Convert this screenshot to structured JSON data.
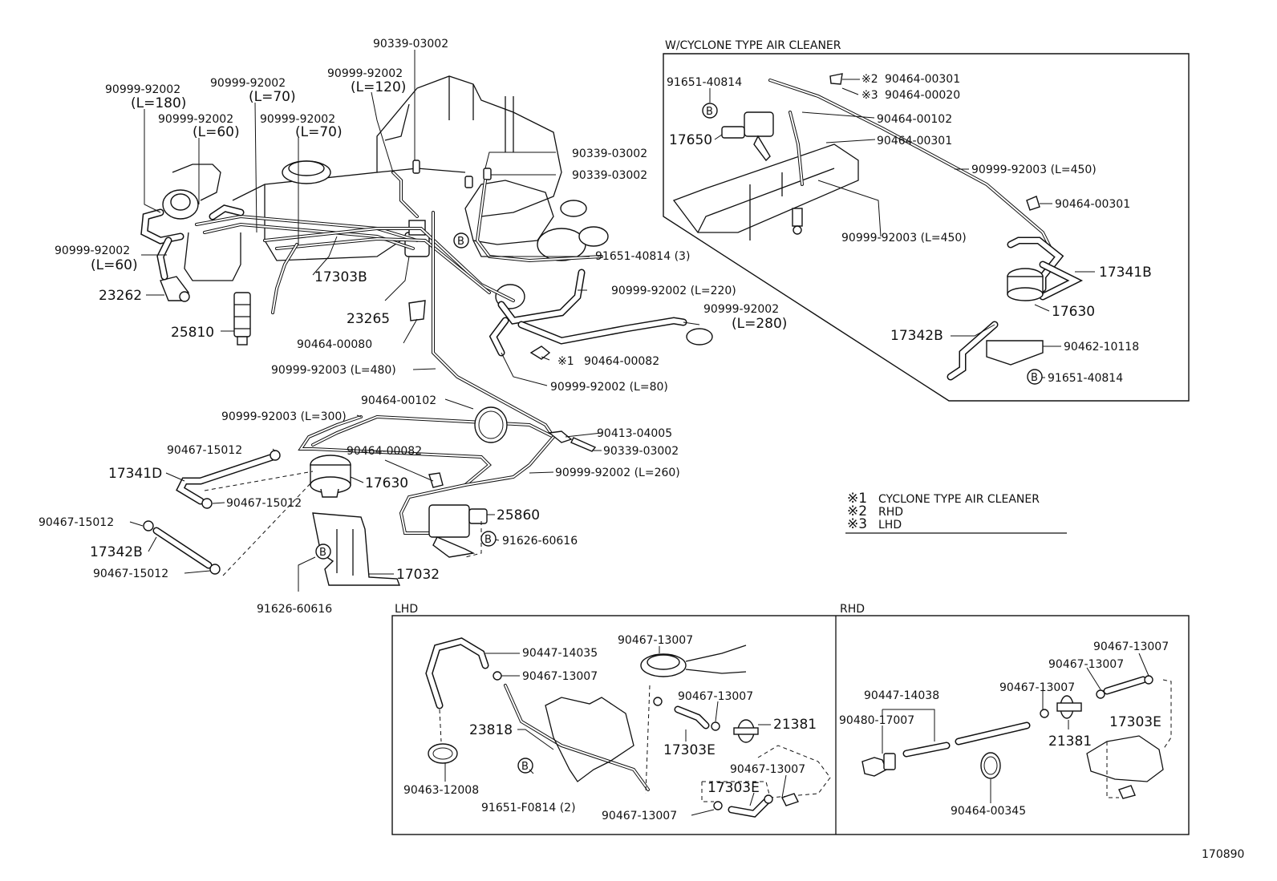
{
  "labels": {
    "l0": "90339-03002",
    "l1": "90999-92002",
    "l2": "(L=120)",
    "l3": "90999-92002",
    "l4": "(L=70)",
    "l5": "90999-92002",
    "l6": "(L=180)",
    "l7": "90999-92002",
    "l8": "(L=60)",
    "l9": "90999-92002",
    "l10": "(L=70)",
    "l11": "90339-03002",
    "l12": "90339-03002",
    "l13": "90999-92002",
    "l14": "(L=60)",
    "l15": "17303B",
    "l16": "91651-40814 (3)",
    "l17": "23262",
    "l18": "90999-92002 (L=220)",
    "l19": "90999-92002",
    "l20": "(L=280)",
    "l21": "25810",
    "l22": "23265",
    "l23": "90464-00080",
    "l24": "90464-00082",
    "l25": "90999-92003 (L=480)",
    "l26": "90999-92002 (L=80)",
    "l27": "90464-00102",
    "l28": "90999-92003 (L=300)",
    "l29": "90413-04005",
    "l30": "90467-15012",
    "l31": "90339-03002",
    "l32": "90464-00082",
    "l33": "90999-92002 (L=260)",
    "l34": "17341D",
    "l35": "17630",
    "l36": "90467-15012",
    "l37": "25860",
    "l38": "90467-15012",
    "l39": "91626-60616",
    "l40": "17342B",
    "l41": "90467-15012",
    "l42": "17032",
    "l43": "91626-60616",
    "l44": "170890"
  },
  "cyclone_inset": {
    "title": "W/CYCLONE TYPE AIR CLEANER",
    "labels": {
      "c0": "91651-40814",
      "c1": "90464-00301",
      "c2": "90464-00020",
      "c3": "17650",
      "c4": "90464-00102",
      "c5": "90464-00301",
      "c6": "90999-92003 (L=450)",
      "c7": "90464-00301",
      "c8": "90999-92003 (L=450)",
      "c9": "17341B",
      "c10": "17630",
      "c11": "17342B",
      "c12": "90462-10118",
      "c13": "91651-40814"
    }
  },
  "legend": {
    "items": [
      {
        "mark": "※1",
        "text": "CYCLONE TYPE AIR CLEANER"
      },
      {
        "mark": "※2",
        "text": "RHD"
      },
      {
        "mark": "※3",
        "text": "LHD"
      }
    ]
  },
  "lhd": {
    "title": "LHD",
    "labels": {
      "h0": "90447-14035",
      "h1": "90467-13007",
      "h2": "90467-13007",
      "h3": "90467-13007",
      "h4": "23818",
      "h5": "21381",
      "h6": "17303E",
      "h7": "90467-13007",
      "h8": "90463-12008",
      "h9": "17303E",
      "h10": "91651-F0814 (2)",
      "h11": "90467-13007"
    }
  },
  "rhd": {
    "title": "RHD",
    "labels": {
      "r0": "90467-13007",
      "r1": "90467-13007",
      "r2": "90447-14038",
      "r3": "90467-13007",
      "r4": "90480-17007",
      "r5": "17303E",
      "r6": "21381",
      "r7": "90464-00345"
    }
  },
  "marks": {
    "note1": "※1",
    "note2": "※2",
    "note3": "※3",
    "bolt": "B"
  }
}
